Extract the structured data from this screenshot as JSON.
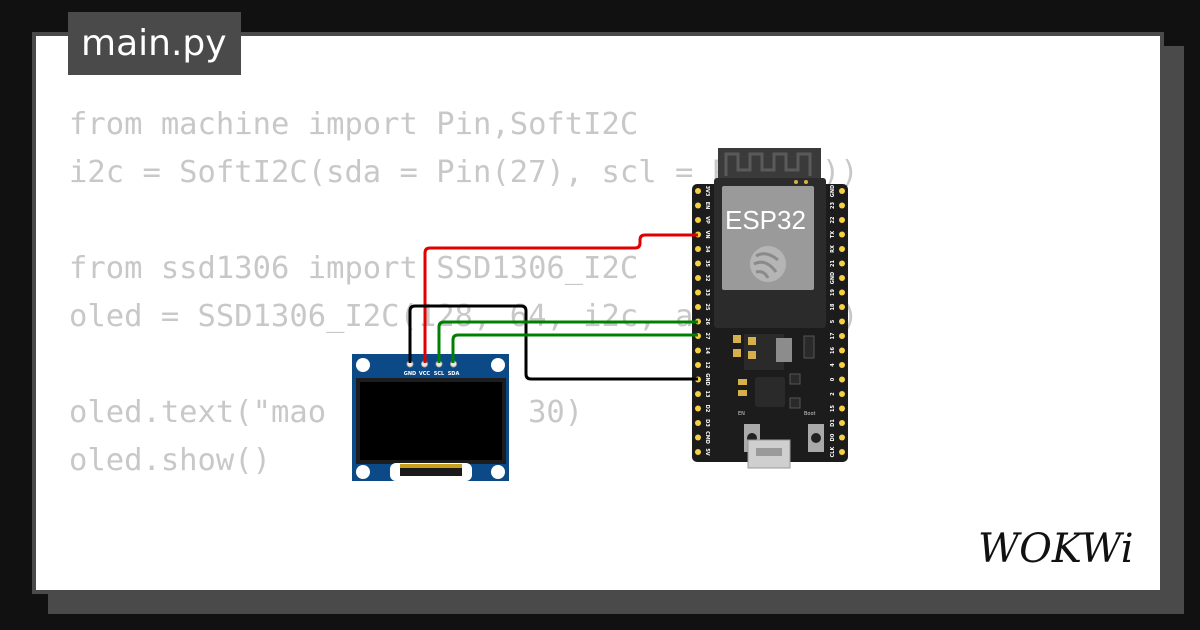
{
  "editor": {
    "file_name": "main.py",
    "code_lines": [
      "from machine import Pin,SoftI2C",
      "i2c = SoftI2C(sda = Pin(27), scl = Pin(26))",
      "",
      "from ssd1306 import SSD1306_I2C",
      "oled = SSD1306_I2C(128, 64, i2c, addr=0x3c)",
      "",
      "oled.text(\"mao     \", 0, 30)",
      "oled.show()"
    ]
  },
  "oled": {
    "pins": [
      "GND",
      "VCC",
      "SCL",
      "SDA"
    ]
  },
  "esp32": {
    "chip_label": "ESP32",
    "left_pins": [
      "3V3",
      "EN",
      "VP",
      "VN",
      "34",
      "35",
      "32",
      "33",
      "25",
      "26",
      "27",
      "14",
      "12",
      "GND",
      "13",
      "D2",
      "D3",
      "CMD",
      "5V"
    ],
    "right_pins": [
      "GND",
      "23",
      "22",
      "TX",
      "RX",
      "21",
      "GND",
      "19",
      "18",
      "5",
      "17",
      "16",
      "4",
      "0",
      "2",
      "15",
      "D1",
      "D0",
      "CLK"
    ],
    "en_label": "EN",
    "boot_label": "Boot"
  },
  "wires": {
    "vcc_color": "#e00000",
    "gnd_color": "#000000",
    "i2c_color": "#008000"
  },
  "brand": {
    "logo_text": "WOKWi"
  }
}
